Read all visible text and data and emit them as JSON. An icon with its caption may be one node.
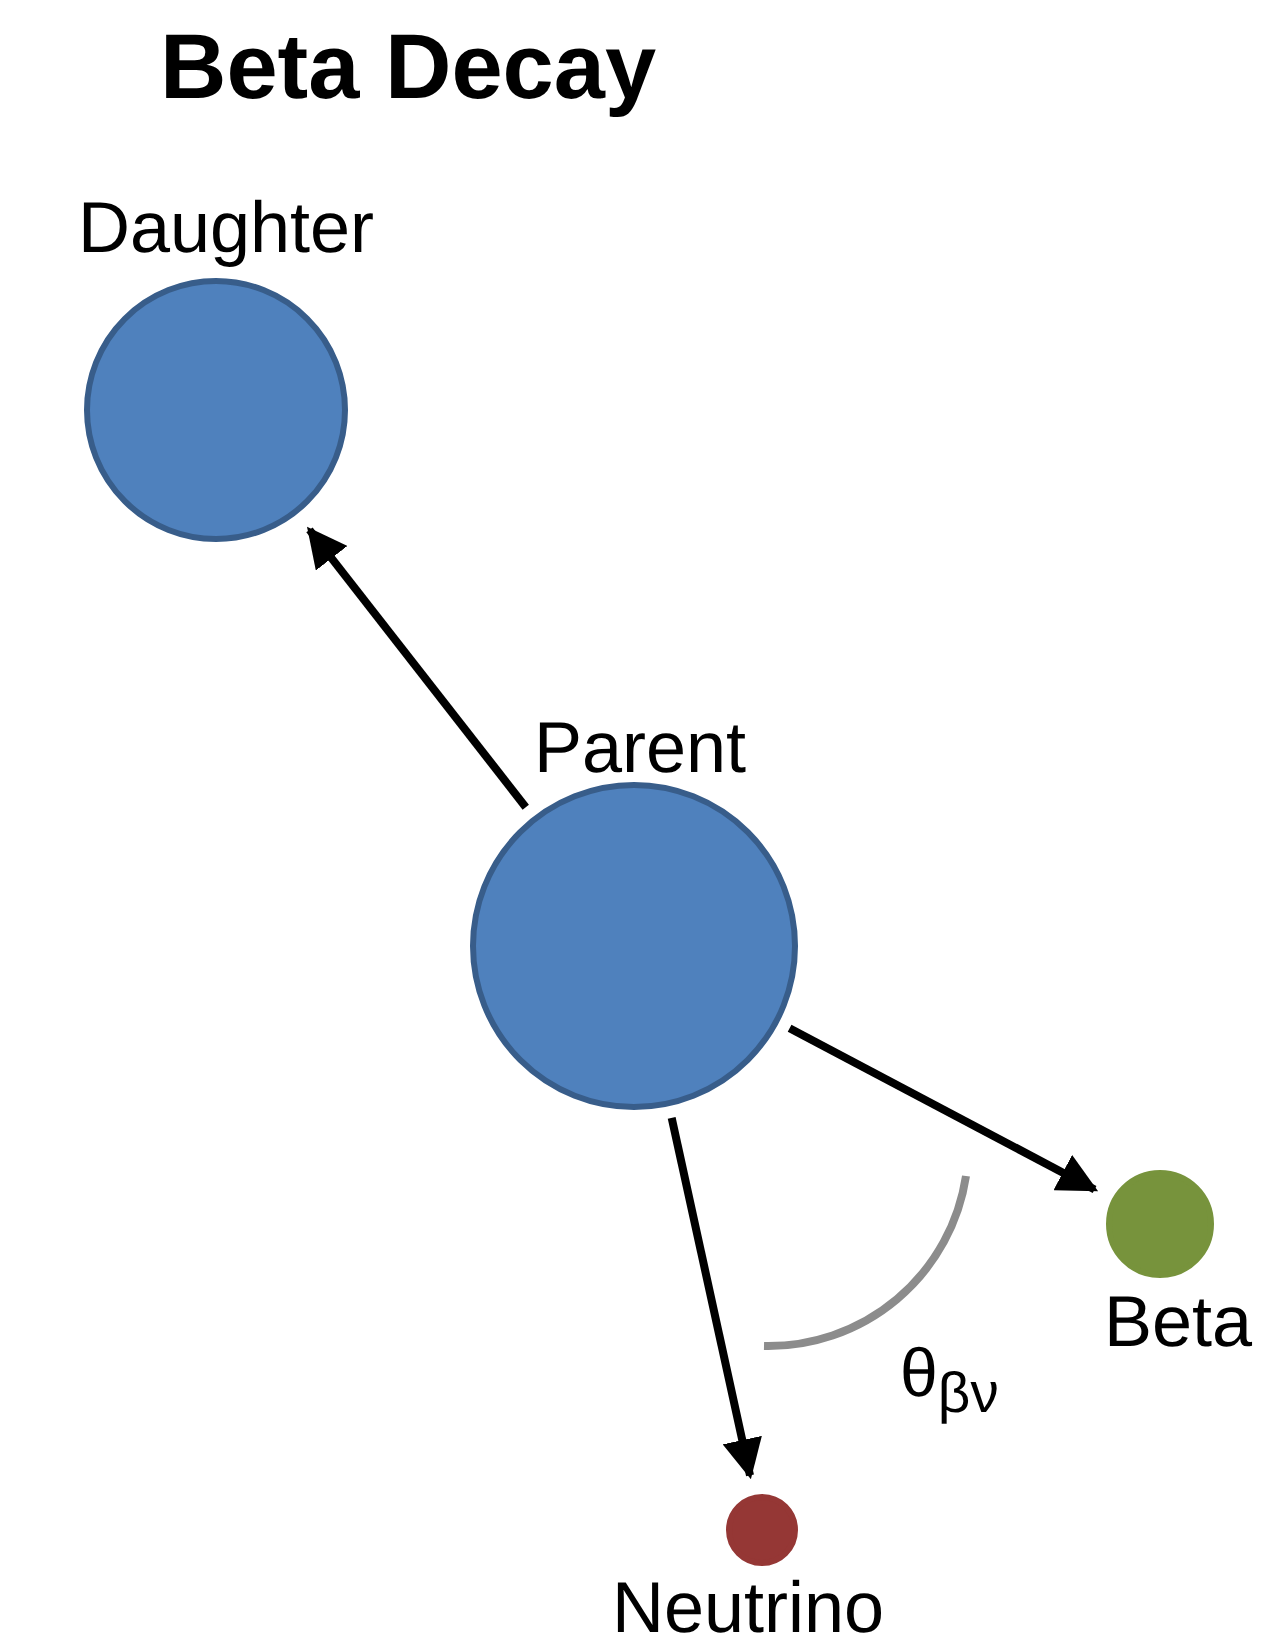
{
  "diagram": {
    "title": "Beta Decay",
    "nodes": [
      {
        "text": [
          "Daughter"
        ]
      },
      {
        "text": [
          "Parent"
        ]
      },
      {
        "text": [
          "Beta"
        ]
      },
      {
        "text": [
          "Neutrino"
        ]
      }
    ],
    "edges": [
      {
        "from": 1,
        "to": 0,
        "arrow": "to"
      },
      {
        "from": 1,
        "to": 2,
        "arrow": "to"
      },
      {
        "from": 1,
        "to": 3,
        "arrow": "to"
      }
    ],
    "labels": [
      "θ$_{βν}$"
    ]
  }
}
